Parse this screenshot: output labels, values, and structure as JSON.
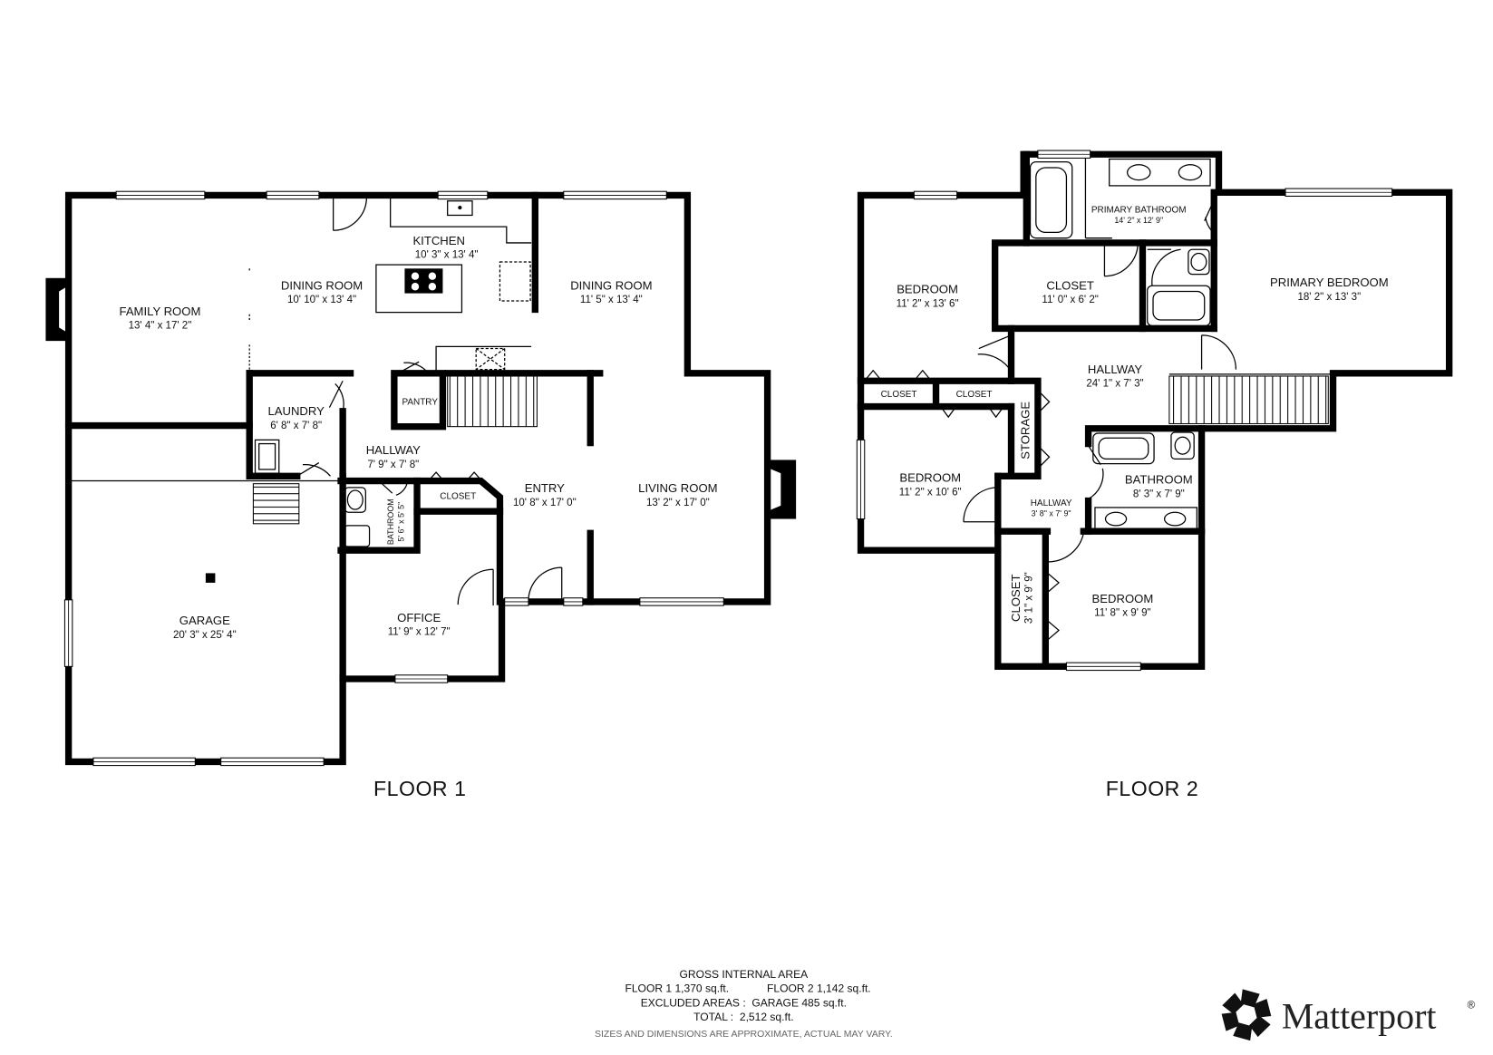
{
  "floor_1": {
    "label": "FLOOR 1",
    "rooms": [
      {
        "name": "KITCHEN",
        "dims": "10' 3\" x 13' 4\""
      },
      {
        "name": "DINING ROOM",
        "dims": "10' 10\" x 13' 4\""
      },
      {
        "name": "DINING ROOM",
        "dims": "11' 5\" x 13' 4\""
      },
      {
        "name": "FAMILY ROOM",
        "dims": "13' 4\" x 17' 2\""
      },
      {
        "name": "LAUNDRY",
        "dims": "6' 8\" x 7' 8\""
      },
      {
        "name": "PANTRY"
      },
      {
        "name": "HALLWAY",
        "dims": "7' 9\" x 7' 8\""
      },
      {
        "name": "CLOSET"
      },
      {
        "name": "ENTRY",
        "dims": "10' 8\" x 17' 0\""
      },
      {
        "name": "LIVING ROOM",
        "dims": "13' 2\" x 17' 0\""
      },
      {
        "name": "BATHROOM",
        "dims": "5' 6\" x 5' 5\""
      },
      {
        "name": "OFFICE",
        "dims": "11' 9\" x 12' 7\""
      },
      {
        "name": "GARAGE",
        "dims": "20' 3\" x 25' 4\""
      }
    ]
  },
  "floor_2": {
    "label": "FLOOR 2",
    "rooms": [
      {
        "name": "PRIMARY BATHROOM",
        "dims": "14' 2\" x 12' 9\""
      },
      {
        "name": "BEDROOM",
        "dims": "11' 2\" x 13' 6\""
      },
      {
        "name": "CLOSET",
        "dims": "11' 0\" x 6' 2\""
      },
      {
        "name": "PRIMARY BEDROOM",
        "dims": "18' 2\" x 13' 3\""
      },
      {
        "name": "HALLWAY",
        "dims": "24' 1\" x 7' 3\""
      },
      {
        "name": "CLOSET"
      },
      {
        "name": "CLOSET"
      },
      {
        "name": "STORAGE"
      },
      {
        "name": "BEDROOM",
        "dims": "11' 2\" x 10' 6\""
      },
      {
        "name": "HALLWAY",
        "dims": "3' 8\" x 7' 9\""
      },
      {
        "name": "BATHROOM",
        "dims": "8' 3\" x 7' 9\""
      },
      {
        "name": "CLOSET",
        "dims": "3' 1\" x 9' 9\""
      },
      {
        "name": "BEDROOM",
        "dims": "11' 8\" x 9' 9\""
      }
    ]
  },
  "area_summary": {
    "title": "GROSS INTERNAL AREA",
    "floor_1": "FLOOR 1 1,370 sq.ft.",
    "floor_2": "FLOOR 2 1,142 sq.ft.",
    "excluded": "EXCLUDED AREAS :  GARAGE 485 sq.ft.",
    "total": "TOTAL :  2,512 sq.ft.",
    "disclaimer": "SIZES AND DIMENSIONS ARE APPROXIMATE, ACTUAL MAY VARY."
  },
  "logo": {
    "name": "Matterport",
    "mark": "®",
    "icon": "matterport-pinwheel-icon"
  }
}
